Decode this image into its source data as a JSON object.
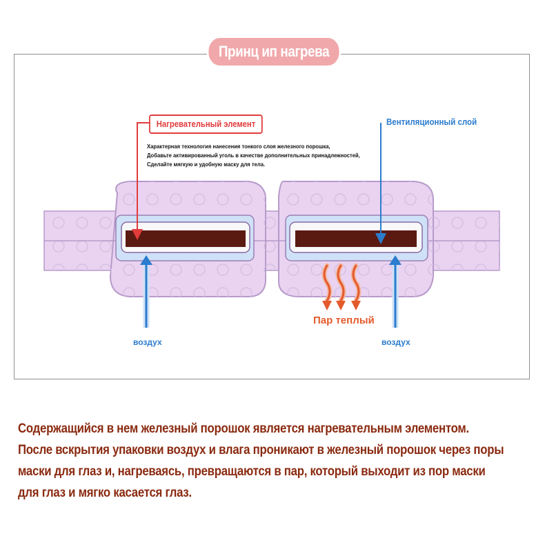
{
  "title": "Принц ип нагрева",
  "labels": {
    "heating_element": "Нагревательный элемент",
    "ventilation_layer": "Вентиляционный слой",
    "warm_steam": "Пар теплый",
    "air_left": "воздух",
    "air_right": "воздух"
  },
  "description_lines": [
    "Характерная технология нанесения тонкого слоя железного порошка,",
    "Добавьте активированный уголь в качестве дополнительных принадлежностей,",
    "Сделайте мягкую и удобную маску для тела."
  ],
  "bottom_text_lines": [
    "Содержащийся в нем железный порошок является нагревательным элементом.",
    "После вскрытия упаковки воздух и влага проникают в железный порошок через поры",
    "маски для глаз и, нагреваясь, превращаются в пар, который выходит из пор маски",
    "для глаз и мягко касается глаз."
  ],
  "colors": {
    "title_pill": "#f1a8ab",
    "heating_label": "#e23b3b",
    "ventilation_label": "#2b7ccd",
    "steam": "#e35a2c",
    "mask_fill": "#e9d3f1",
    "mask_stroke": "#b69ac9",
    "heating_pad": "#5a1a12",
    "body_text": "#8a2a10"
  },
  "icons": [
    "arrow-down-red",
    "arrow-down-blue",
    "arrow-up-blue",
    "steam-wave-arrow"
  ]
}
